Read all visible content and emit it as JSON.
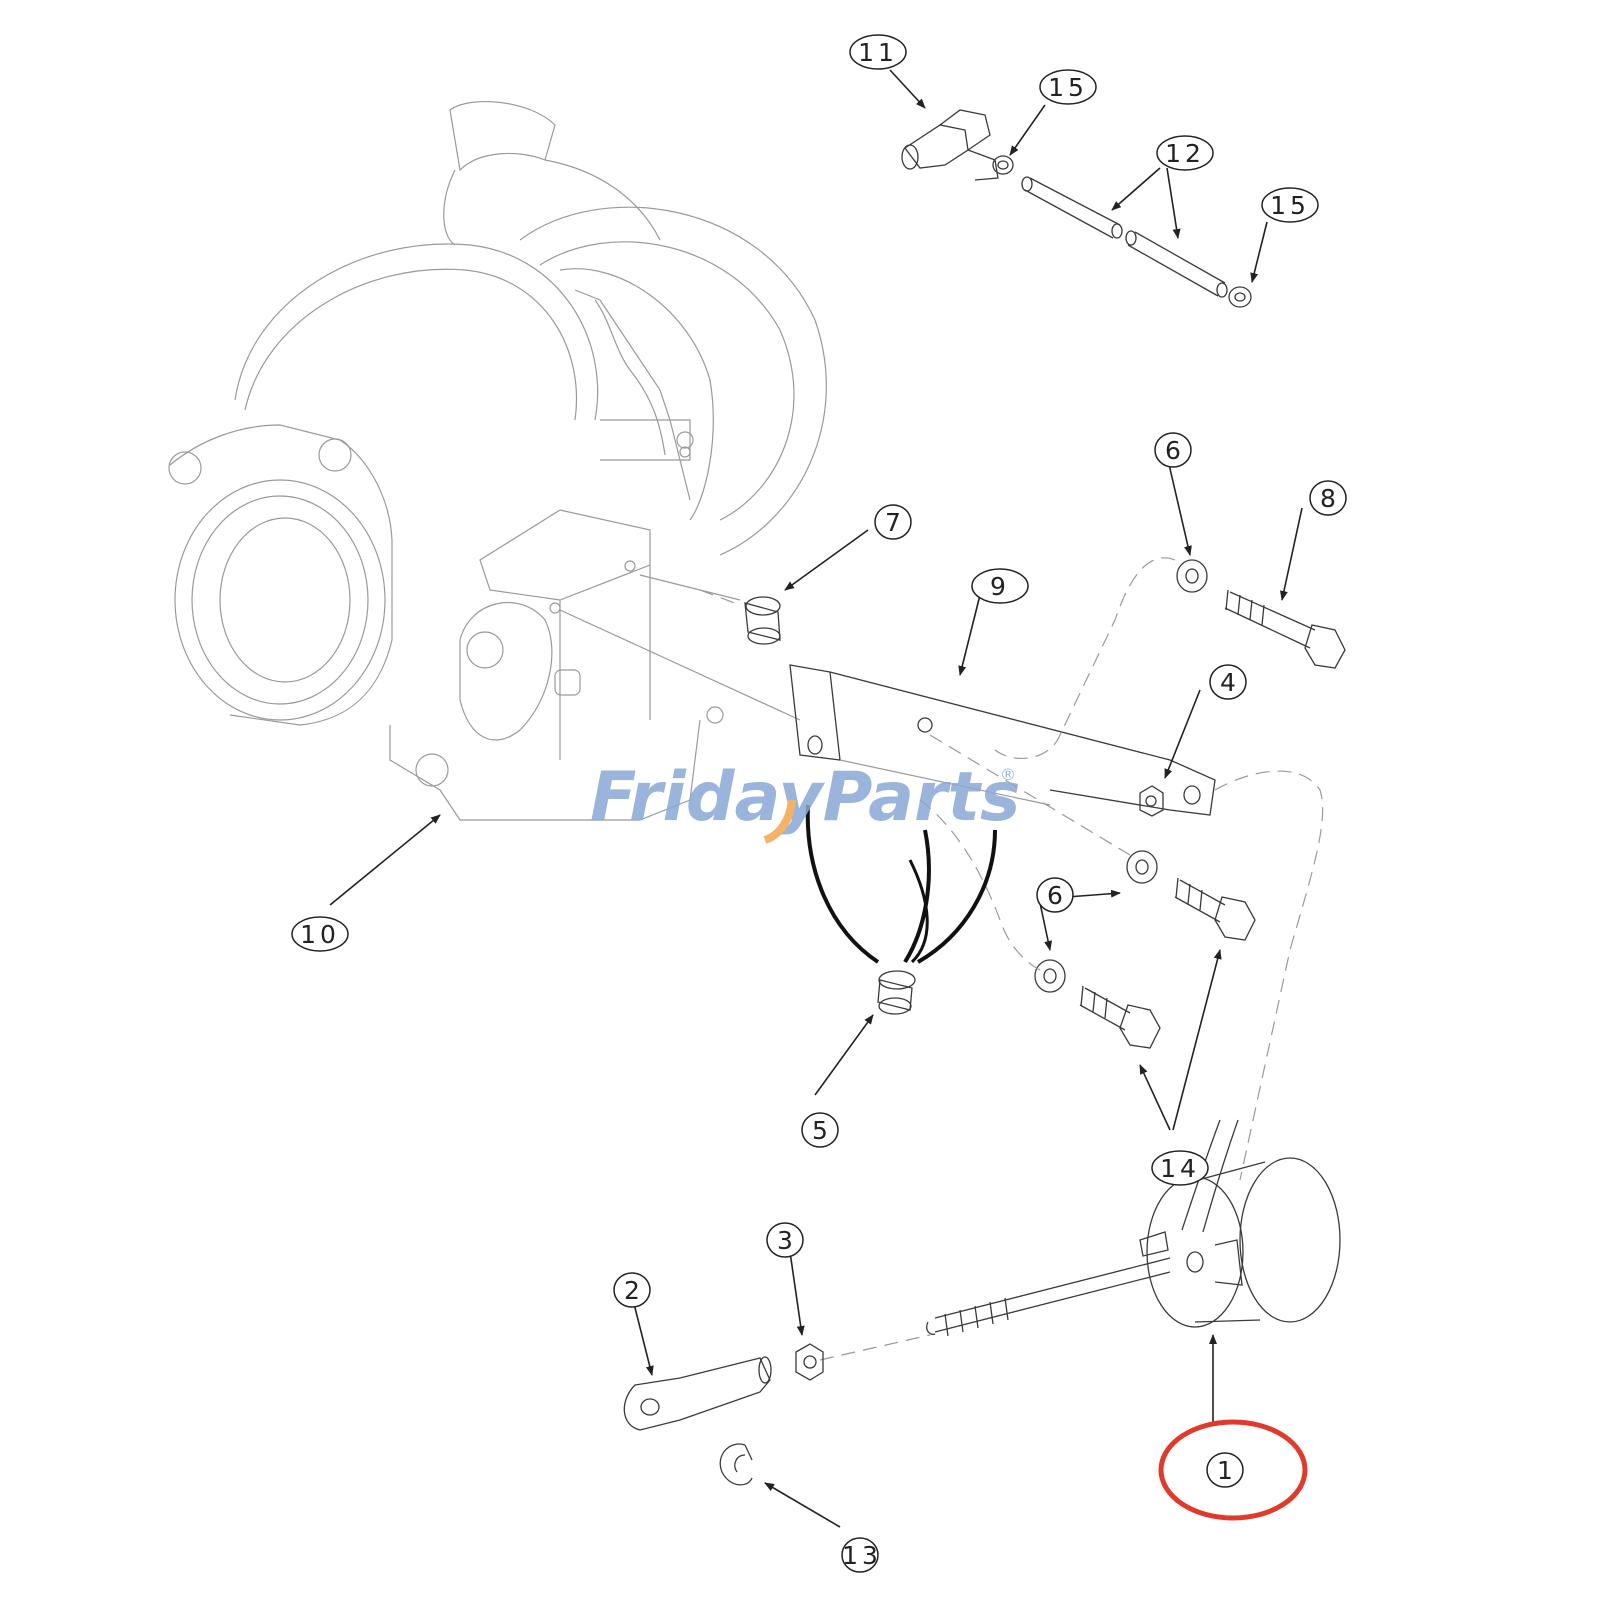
{
  "watermark": {
    "text": "FridayParts",
    "mark": "®",
    "color_main": "#8aa8d6",
    "color_accent": "#f2a64c"
  },
  "highlight": {
    "target_callout": "1",
    "color": "#e23a2a"
  },
  "callouts": [
    "1",
    "2",
    "3",
    "4",
    "5",
    "6",
    "6",
    "7",
    "8",
    "9",
    "10",
    "11",
    "12",
    "13",
    "14",
    "15",
    "15"
  ]
}
